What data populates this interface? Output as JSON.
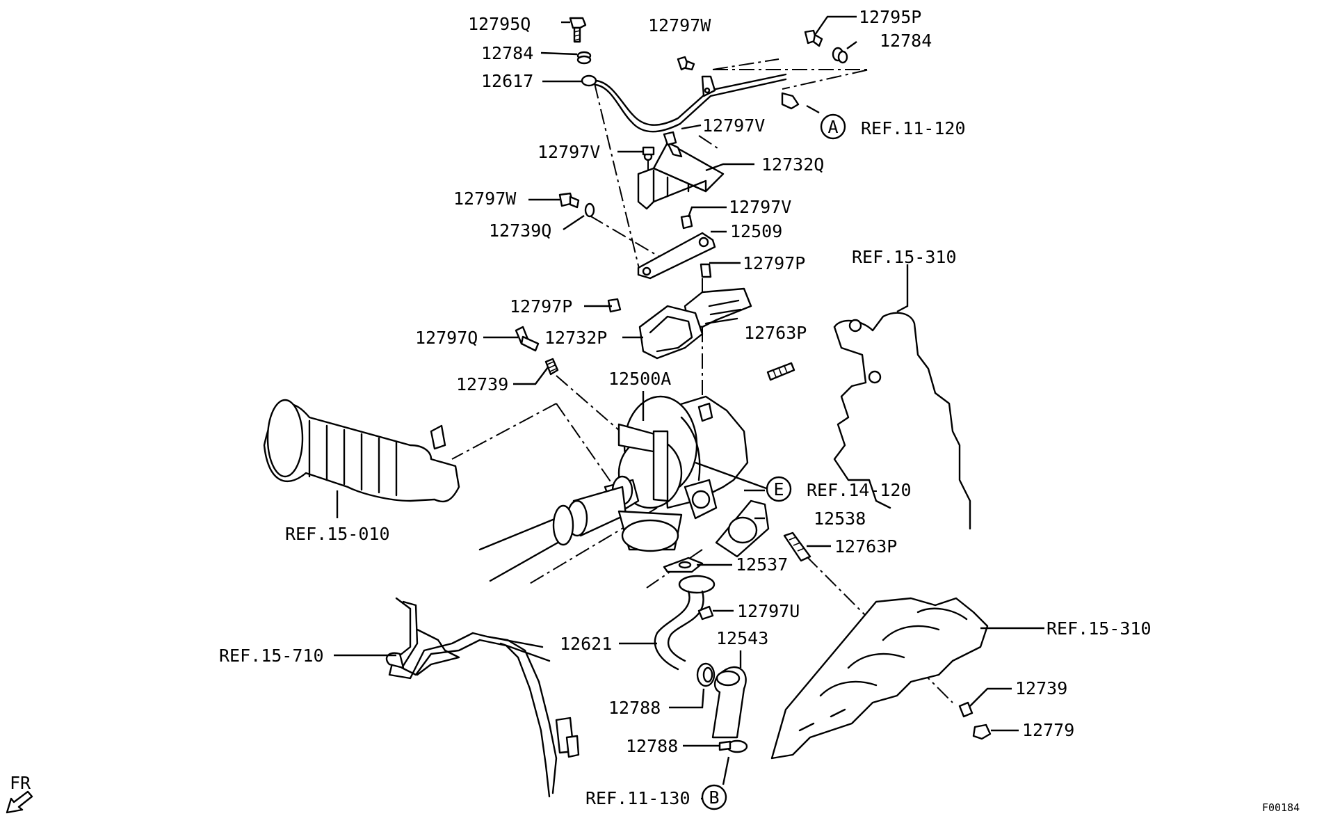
{
  "diagram": {
    "figure_code": "F00184",
    "direction_label": "FR",
    "callouts": [
      {
        "id": "c0",
        "text": "12795Q"
      },
      {
        "id": "c1",
        "text": "12784"
      },
      {
        "id": "c2",
        "text": "12617"
      },
      {
        "id": "c3",
        "text": "12797W"
      },
      {
        "id": "c4",
        "text": "12795P"
      },
      {
        "id": "c5",
        "text": "12784"
      },
      {
        "id": "c6",
        "text": "REF.11-120"
      },
      {
        "id": "c7",
        "text": "12797V"
      },
      {
        "id": "c8",
        "text": "12797V"
      },
      {
        "id": "c9",
        "text": "12732Q"
      },
      {
        "id": "c10",
        "text": "12797W"
      },
      {
        "id": "c11",
        "text": "12797V"
      },
      {
        "id": "c12",
        "text": "12739Q"
      },
      {
        "id": "c13",
        "text": "12509"
      },
      {
        "id": "c14",
        "text": "12797P"
      },
      {
        "id": "c15",
        "text": "REF.15-310"
      },
      {
        "id": "c16",
        "text": "12797P"
      },
      {
        "id": "c17",
        "text": "12797Q"
      },
      {
        "id": "c18",
        "text": "12732P"
      },
      {
        "id": "c19",
        "text": "12763P"
      },
      {
        "id": "c20",
        "text": "12739"
      },
      {
        "id": "c21",
        "text": "12500A"
      },
      {
        "id": "c22",
        "text": "REF.14-120"
      },
      {
        "id": "c23",
        "text": "12538"
      },
      {
        "id": "c24",
        "text": "REF.15-010"
      },
      {
        "id": "c25",
        "text": "12763P"
      },
      {
        "id": "c26",
        "text": "12537"
      },
      {
        "id": "c27",
        "text": "12797U"
      },
      {
        "id": "c28",
        "text": "REF.15-310"
      },
      {
        "id": "c29",
        "text": "12543"
      },
      {
        "id": "c30",
        "text": "12621"
      },
      {
        "id": "c31",
        "text": "REF.15-710"
      },
      {
        "id": "c32",
        "text": "12739"
      },
      {
        "id": "c33",
        "text": "12788"
      },
      {
        "id": "c34",
        "text": "12779"
      },
      {
        "id": "c35",
        "text": "12788"
      },
      {
        "id": "c36",
        "text": "REF.11-130"
      }
    ],
    "circle_markers": [
      {
        "id": "mA",
        "letter": "A"
      },
      {
        "id": "mE",
        "letter": "E"
      },
      {
        "id": "mB",
        "letter": "B"
      }
    ]
  }
}
